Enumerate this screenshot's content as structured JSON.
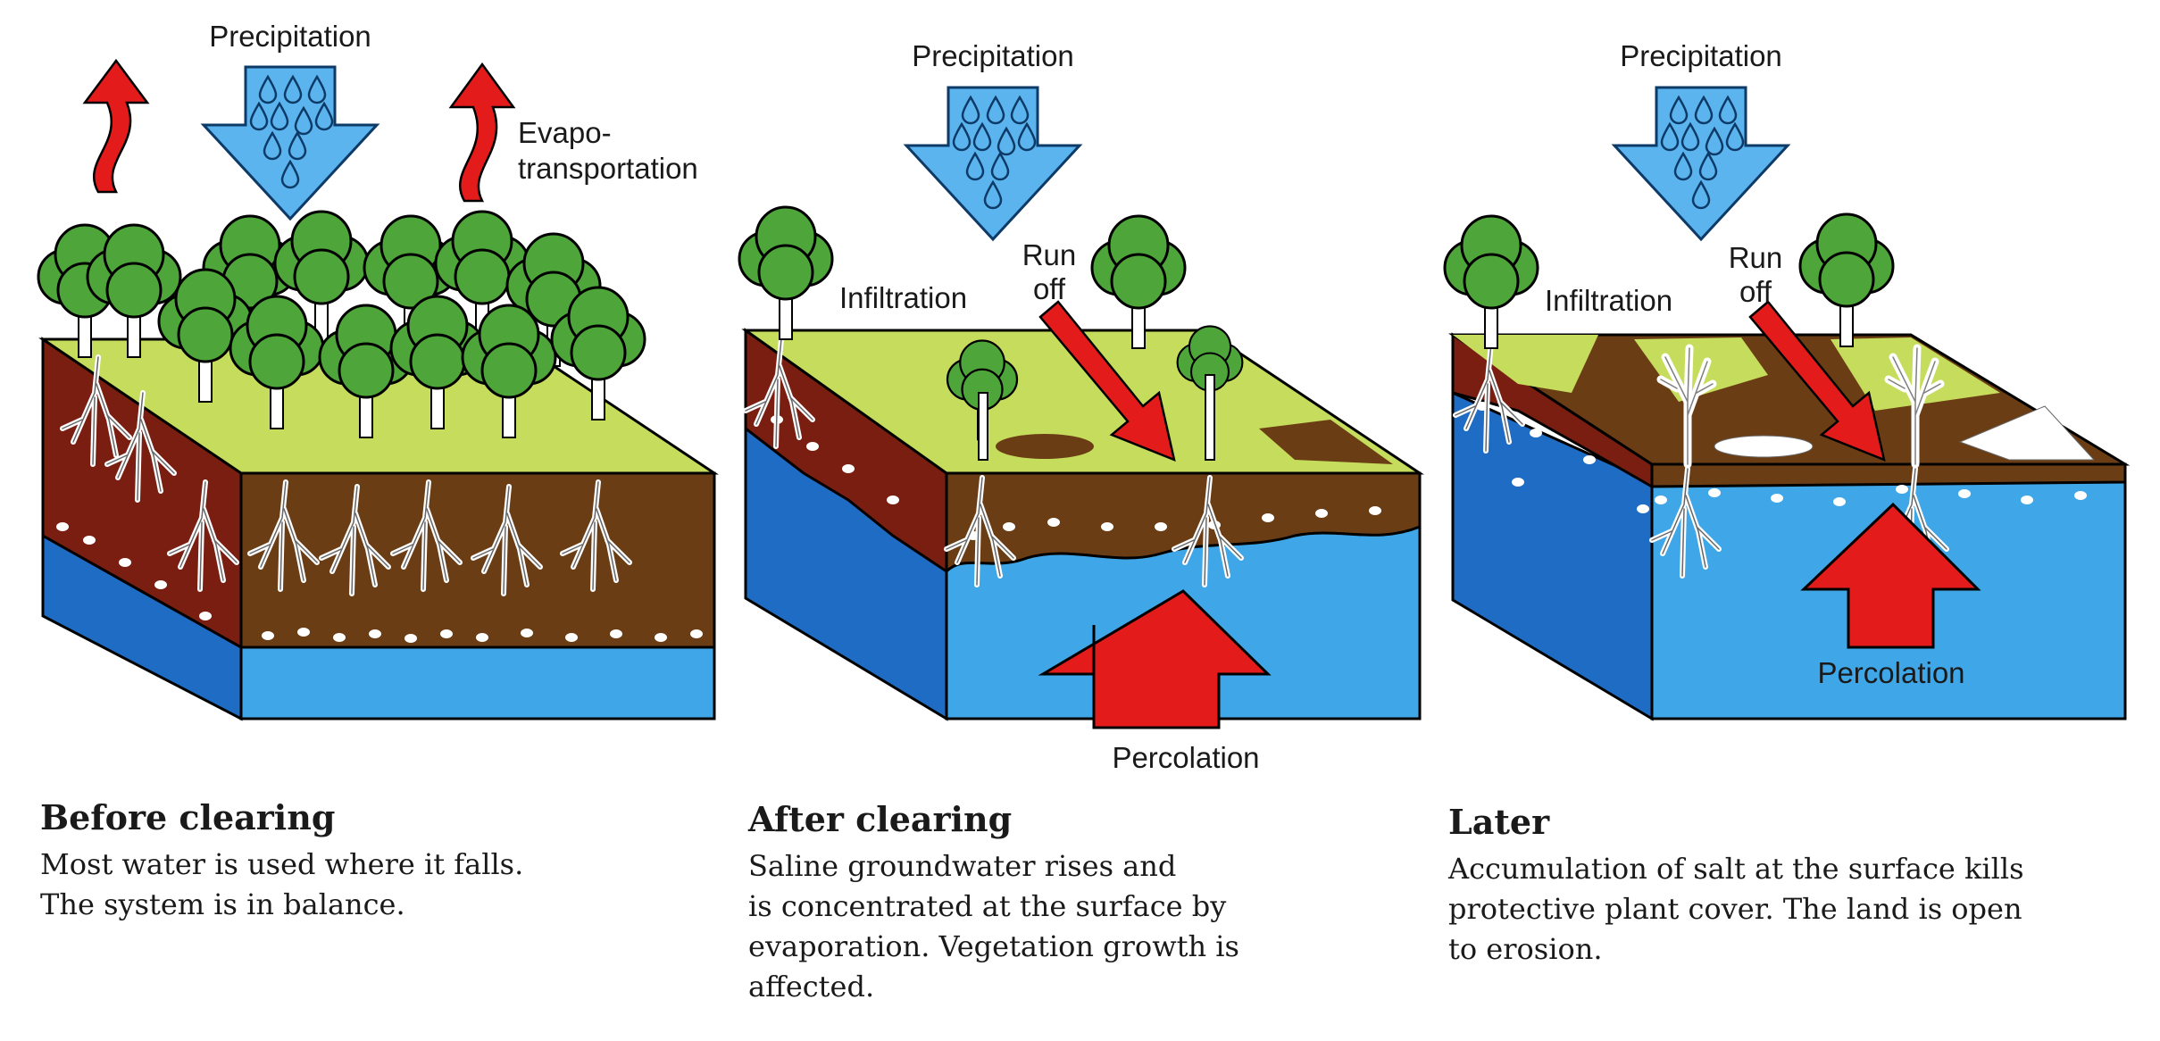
{
  "panels": [
    {
      "precipitation_label": "Precipitation",
      "evapo_label_line1": "Evapo-",
      "evapo_label_line2": "transportation",
      "caption_title": "Before clearing",
      "caption_text": "Most water is used where it falls.\nThe system is in balance."
    },
    {
      "precipitation_label": "Precipitation",
      "infiltration_label": "Infiltration",
      "runoff_line1": "Run",
      "runoff_line2": "off",
      "percolation_label": "Percolation",
      "caption_title": "After clearing",
      "caption_text": "Saline groundwater rises and\nis concentrated at the surface by\nevaporation. Vegetation growth is\naffected."
    },
    {
      "precipitation_label": "Precipitation",
      "infiltration_label": "Infiltration",
      "runoff_line1": "Run",
      "runoff_line2": "off",
      "percolation_label": "Percolation",
      "caption_title": "Later",
      "caption_text": "Accumulation of salt at the surface kills\nprotective plant cover. The land is open\nto erosion."
    }
  ],
  "colors": {
    "water": "#3fa7e8",
    "water_dark": "#1f6cc4",
    "soil": "#6b3d14",
    "soil_dark": "#7a1e12",
    "grass": "#c5dc5c",
    "tree": "#4ea63a",
    "arrow_red": "#e41b1b",
    "rain_blue": "#5cb4ef"
  }
}
